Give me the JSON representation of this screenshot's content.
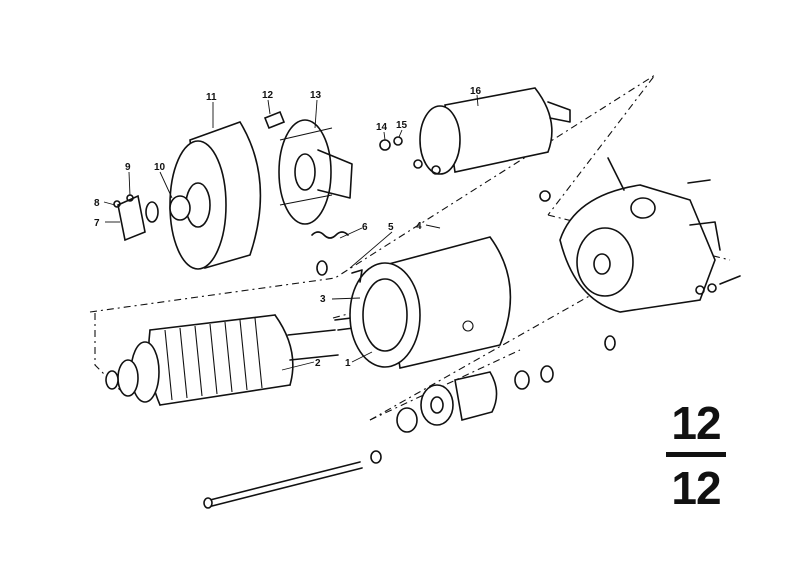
{
  "diagram": {
    "callouts": [
      {
        "id": "1",
        "label": "1"
      },
      {
        "id": "2",
        "label": "2"
      },
      {
        "id": "3",
        "label": "3"
      },
      {
        "id": "4",
        "label": "4"
      },
      {
        "id": "5",
        "label": "5"
      },
      {
        "id": "6",
        "label": "6"
      },
      {
        "id": "7",
        "label": "7"
      },
      {
        "id": "8",
        "label": "8"
      },
      {
        "id": "9",
        "label": "9"
      },
      {
        "id": "10",
        "label": "10"
      },
      {
        "id": "11",
        "label": "11"
      },
      {
        "id": "12",
        "label": "12"
      },
      {
        "id": "13",
        "label": "13"
      },
      {
        "id": "14",
        "label": "14"
      },
      {
        "id": "15",
        "label": "15"
      },
      {
        "id": "16",
        "label": "16"
      }
    ]
  },
  "page_number": {
    "top": "12",
    "bottom": "12"
  }
}
